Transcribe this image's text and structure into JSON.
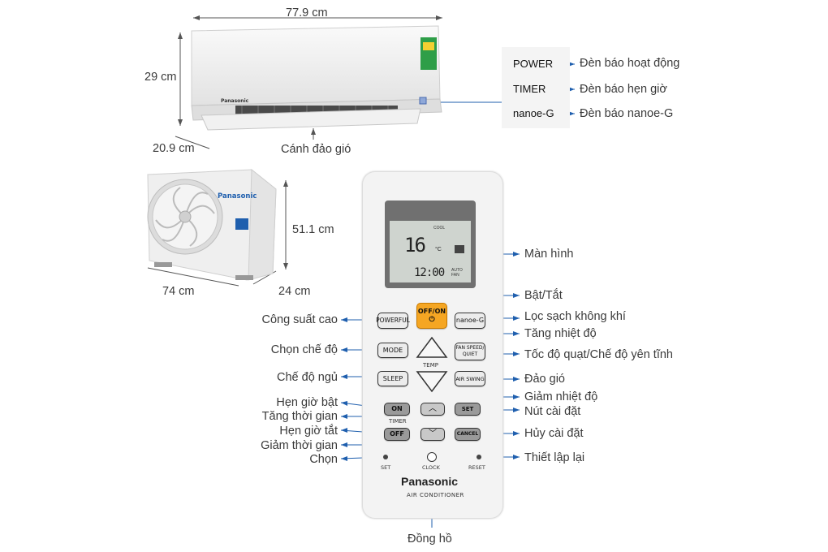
{
  "indoor_unit": {
    "width": "77.9 cm",
    "height": "29 cm",
    "depth": "20.9 cm",
    "brand": "Panasonic",
    "flap_label": "Cánh đảo gió"
  },
  "indicator_panel": {
    "items": [
      {
        "code": "POWER",
        "desc": "Đèn báo hoạt động"
      },
      {
        "code": "TIMER",
        "desc": "Đèn báo hẹn giờ"
      },
      {
        "code": "nanoe-G",
        "desc": "Đèn báo nanoe-G"
      }
    ]
  },
  "outdoor_unit": {
    "width": "74 cm",
    "height": "51.1 cm",
    "depth": "24 cm",
    "brand": "Panasonic"
  },
  "remote": {
    "display": {
      "temp": "16",
      "unit": "°C",
      "time": "12:00",
      "mode": "COOL",
      "auto": "AUTO",
      "fan": "FAN"
    },
    "buttons": {
      "offon": "OFF/ON",
      "powerful": "POWERFUL",
      "nanoe": "nanoe-G",
      "mode": "MODE",
      "fanspeed": "FAN SPEED/ QUIET",
      "sleep": "SLEEP",
      "airswing": "AIR SWING",
      "temp": "TEMP",
      "on": "ON",
      "set": "SET",
      "timer": "TIMER",
      "off": "OFF",
      "cancel": "CANCEL",
      "set_small": "SET",
      "clock": "CLOCK",
      "reset": "RESET"
    },
    "brand": "Panasonic",
    "subtitle": "AIR CONDITIONER"
  },
  "labels": {
    "screen": "Màn hình",
    "onoff": "Bật/Tắt",
    "powerful": "Công suất cao",
    "nanoe": "Lọc sạch không khí",
    "temp_up": "Tăng nhiệt độ",
    "mode": "Chọn chế độ",
    "fan": "Tốc độ quạt/Chế độ yên tĩnh",
    "sleep": "Chế độ ngủ",
    "swing": "Đảo gió",
    "temp_down": "Giảm nhiệt độ",
    "timer_on": "Hẹn giờ bật",
    "set": "Nút cài đặt",
    "time_up": "Tăng thời gian",
    "timer_off": "Hẹn giờ tắt",
    "cancel": "Hủy cài đặt",
    "time_down": "Giảm thời gian",
    "select": "Chọn",
    "reset": "Thiết lập lại",
    "clock": "Đồng hồ"
  },
  "colors": {
    "accent_orange": "#f5a623",
    "line_blue": "#1f5fae"
  }
}
